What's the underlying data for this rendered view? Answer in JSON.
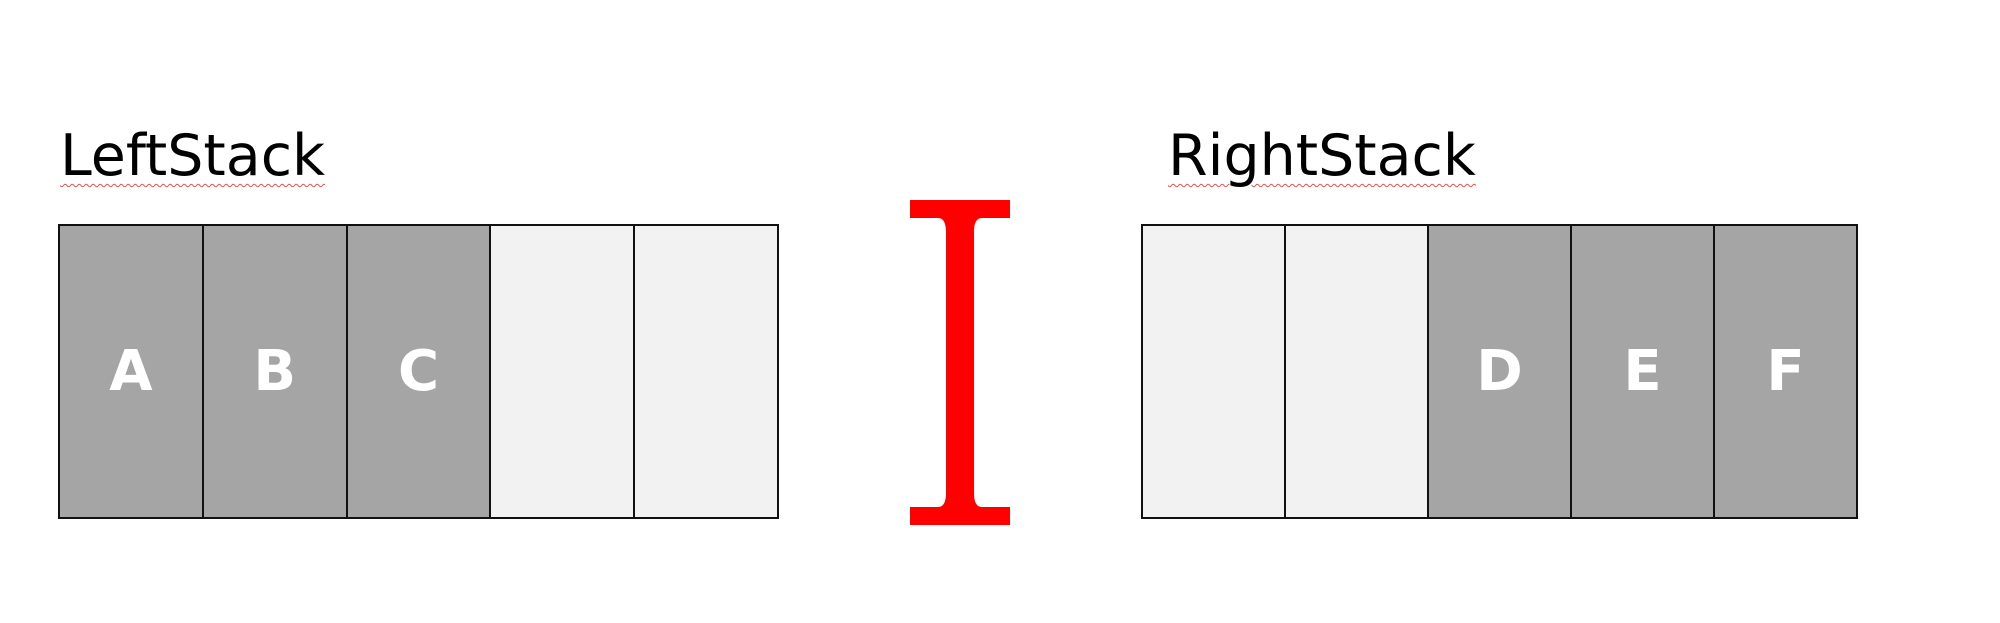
{
  "left_stack": {
    "label": "LeftStack",
    "slots": [
      {
        "letter": "A",
        "filled": true
      },
      {
        "letter": "B",
        "filled": true
      },
      {
        "letter": "C",
        "filled": true
      },
      {
        "letter": "",
        "filled": false
      },
      {
        "letter": "",
        "filled": false
      }
    ]
  },
  "right_stack": {
    "label": "RightStack",
    "slots": [
      {
        "letter": "",
        "filled": false
      },
      {
        "letter": "",
        "filled": false
      },
      {
        "letter": "D",
        "filled": true
      },
      {
        "letter": "E",
        "filled": true
      },
      {
        "letter": "F",
        "filled": true
      }
    ]
  },
  "colors": {
    "filled_slot": "#a5a5a5",
    "empty_slot": "#f2f2f2",
    "letter": "#ffffff",
    "cursor": "#ff0000",
    "border": "#111111"
  },
  "icons": {
    "divider": "text-cursor-icon"
  }
}
